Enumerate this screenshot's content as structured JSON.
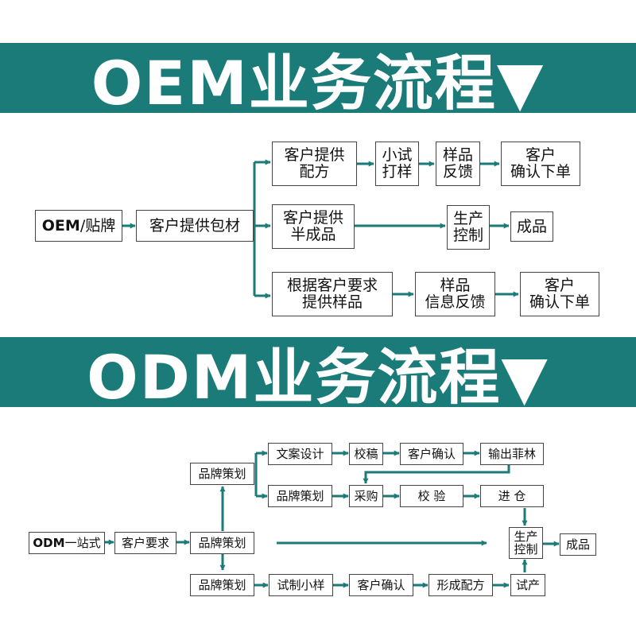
{
  "colors": {
    "banner": "#1a7b78",
    "arrow": "#1a7b78",
    "banner_text": "#ffffff"
  },
  "oem": {
    "title": "OEM业务流程▼",
    "start_prefix": "OEM",
    "start_suffix": "/贴牌",
    "supply_packaging": "客户提供包材",
    "formula": "客户提供\n配方",
    "trial": "小试\n打样",
    "sample_feedback": "样品\n反馈",
    "confirm_1": "客户\n确认下单",
    "semi": "客户提供\n半成品",
    "production": "生产\n控制",
    "finished": "成品",
    "by_request": "根据客户要求\n提供样品",
    "sample_info_feedback": "样品\n信息反馈",
    "confirm_2": "客户\n确认下单"
  },
  "odm": {
    "title": "ODM业务流程▼",
    "start_prefix": "ODM",
    "start_suffix": "一站式",
    "customer_requirements": "客户要求",
    "brand_plan_main": "品牌策划",
    "brand_plan_top": "品牌策划",
    "copy_design": "文案设计",
    "proofread": "校稿",
    "customer_confirm_1": "客户确认",
    "output_film": "输出菲林",
    "brand_plan_mid": "品牌策划",
    "purchase": "采购",
    "inspection": "校  验",
    "warehouse": "进  仓",
    "production": "生产\n控制",
    "finished": "成品",
    "brand_plan_bottom": "品牌策划",
    "trial_sample": "试制小样",
    "customer_confirm_2": "客户确认",
    "formula": "形成配方",
    "trial_production": "试产"
  }
}
